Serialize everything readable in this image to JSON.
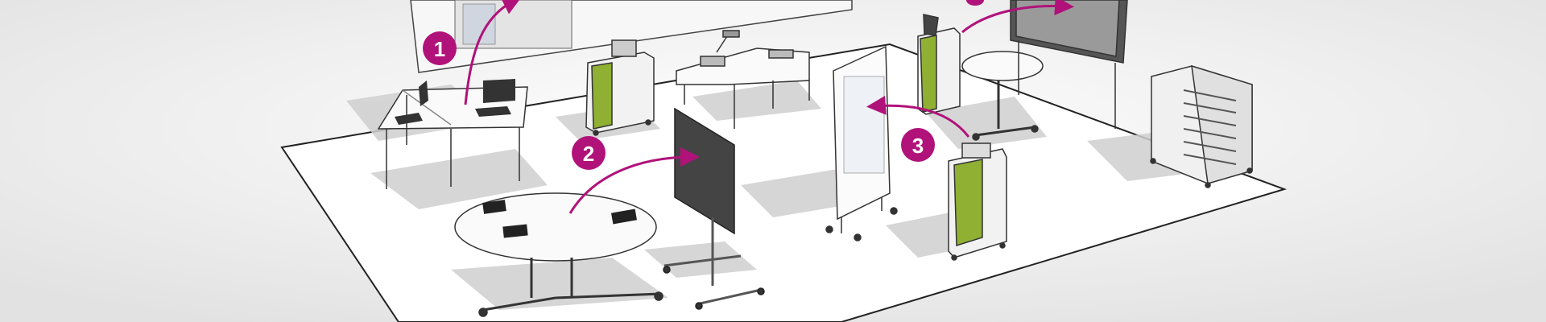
{
  "scene": {
    "badges": [
      {
        "label": "1"
      },
      {
        "label": "2"
      },
      {
        "label": "3"
      }
    ]
  },
  "colors": {
    "background": "#efefef",
    "floor": "#ffffff",
    "outline": "#222222",
    "accent": "#b0127a",
    "green_panel": "#8fb033",
    "display_dark": "#444444",
    "shadow": "#c9c9c9",
    "metal": "#d9d9d9"
  },
  "icons": [
    "interactive-whiteboard",
    "laptop",
    "tablet",
    "mobile-display-stand",
    "charging-cart",
    "mobile-whiteboard-panel",
    "storage-cabinet"
  ]
}
